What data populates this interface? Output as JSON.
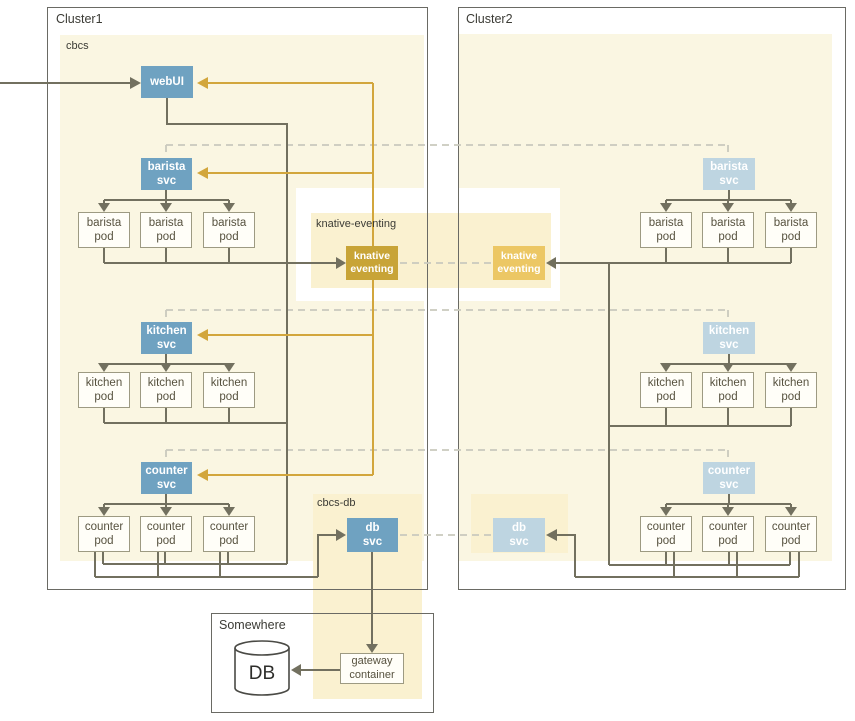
{
  "clusters": [
    {
      "label": "Cluster1",
      "namespace_label": "cbcs",
      "webui_label": "webUI",
      "tiers": [
        {
          "svc_label": "barista\nsvc",
          "pods": [
            "barista\npod",
            "barista\npod",
            "barista\npod"
          ]
        },
        {
          "svc_label": "kitchen\nsvc",
          "pods": [
            "kitchen\npod",
            "kitchen\npod",
            "kitchen\npod"
          ]
        },
        {
          "svc_label": "counter\nsvc",
          "pods": [
            "counter\npod",
            "counter\npod",
            "counter\npod"
          ]
        }
      ],
      "knative_label": "knative\neventing",
      "db_svc_label": "db\nsvc"
    },
    {
      "label": "Cluster2",
      "tiers": [
        {
          "svc_label": "barista\nsvc",
          "pods": [
            "barista\npod",
            "barista\npod",
            "barista\npod"
          ]
        },
        {
          "svc_label": "kitchen\nsvc",
          "pods": [
            "kitchen\npod",
            "kitchen\npod",
            "kitchen\npod"
          ]
        },
        {
          "svc_label": "counter\nsvc",
          "pods": [
            "counter\npod",
            "counter\npod",
            "counter\npod"
          ]
        }
      ],
      "knative_label": "knative\neventing",
      "db_svc_label": "db\nsvc"
    }
  ],
  "knative_section": {
    "label": "knative-eventing"
  },
  "db_section": {
    "label": "cbcs-db"
  },
  "somewhere": {
    "label": "Somewhere",
    "db_label": "DB",
    "gateway_label": "gateway\ncontainer"
  },
  "colors": {
    "service_blue": "#6fa2c1",
    "service_blue_light": "#bed5e1",
    "knative_gold_dark": "#c8a437",
    "knative_gold_light": "#ecc764",
    "namespace_bg": "#faf6e2",
    "highlight_bg": "#faf1d0",
    "connector_gray": "#72705f",
    "connector_gold": "#d2a63c",
    "dashed_gray": "#c9c9bd"
  }
}
